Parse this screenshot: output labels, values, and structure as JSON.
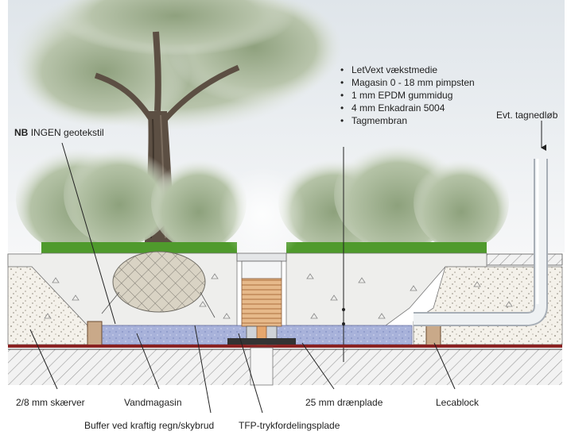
{
  "legend": {
    "items": [
      "LetVext vækstmedie",
      "Magasin 0 - 18 mm pimpsten",
      "1 mm EPDM gummidug",
      "4 mm Enkadrain 5004",
      "Tagmembran"
    ]
  },
  "labels": {
    "nb_prefix": "NB",
    "nb_text": "INGEN geotekstil",
    "gutter": "Evt. tagnedløb",
    "gravel": "2/8 mm skærver",
    "water_magazine": "Vandmagasin",
    "buffer": "Buffer ved kraftig regn/skybrud",
    "drain_plate": "25 mm drænplade",
    "tfp": "TFP-trykfordelingsplade",
    "lecablock": "Lecablock"
  },
  "colors": {
    "sky": "#e9edf1",
    "grass": "#4f9a2c",
    "soil": "#eeeeec",
    "gravel": "#f4f1ea",
    "water": "#aab4dc",
    "concrete": "#cfcfcf",
    "membrane": "#8a2222",
    "tube": "#e6b98a",
    "pipe": "#e8ebee"
  }
}
